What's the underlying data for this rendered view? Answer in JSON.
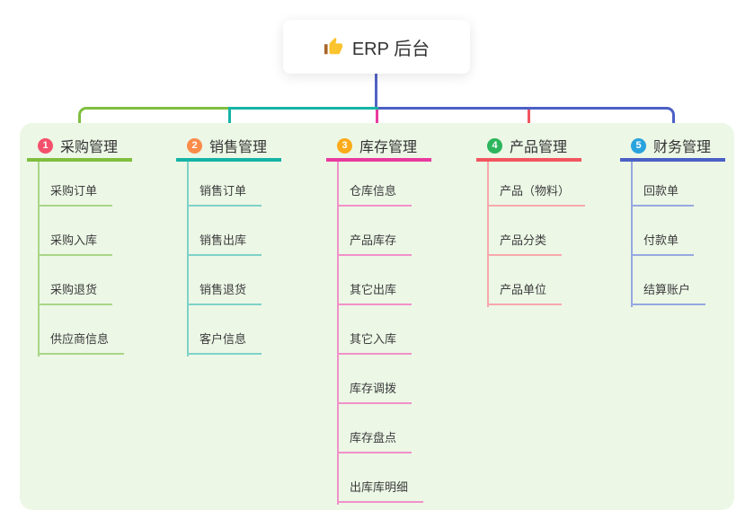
{
  "root": {
    "label": "ERP 后台",
    "icon": "thumbs-up"
  },
  "colors": {
    "page_bg": "#ffffff",
    "map_bg": "#ecf7e6",
    "root_connector": "#5263c3",
    "text": "#3c3c3c"
  },
  "branches": [
    {
      "index": "1",
      "label": "采购管理",
      "badge_color": "#f4506c",
      "line_color": "#7fbf3f",
      "child_line_color": "#a9d687",
      "children": [
        "采购订单",
        "采购入库",
        "采购退货",
        "供应商信息"
      ]
    },
    {
      "index": "2",
      "label": "销售管理",
      "badge_color": "#fb8c49",
      "line_color": "#16b3a6",
      "child_line_color": "#7fd2c8",
      "children": [
        "销售订单",
        "销售出库",
        "销售退货",
        "客户信息"
      ]
    },
    {
      "index": "3",
      "label": "库存管理",
      "badge_color": "#fbab1a",
      "line_color": "#e93a9e",
      "child_line_color": "#f191c9",
      "children": [
        "仓库信息",
        "产品库存",
        "其它出库",
        "其它入库",
        "库存调拨",
        "库存盘点",
        "出库库明细"
      ]
    },
    {
      "index": "4",
      "label": "产品管理",
      "badge_color": "#2db55d",
      "line_color": "#f2555f",
      "child_line_color": "#f8a8ad",
      "children": [
        "产品（物料）",
        "产品分类",
        "产品单位"
      ]
    },
    {
      "index": "5",
      "label": "财务管理",
      "badge_color": "#29a3dd",
      "line_color": "#4b60c5",
      "child_line_color": "#97a8e1",
      "children": [
        "回款单",
        "付款单",
        "结算账户"
      ]
    }
  ]
}
